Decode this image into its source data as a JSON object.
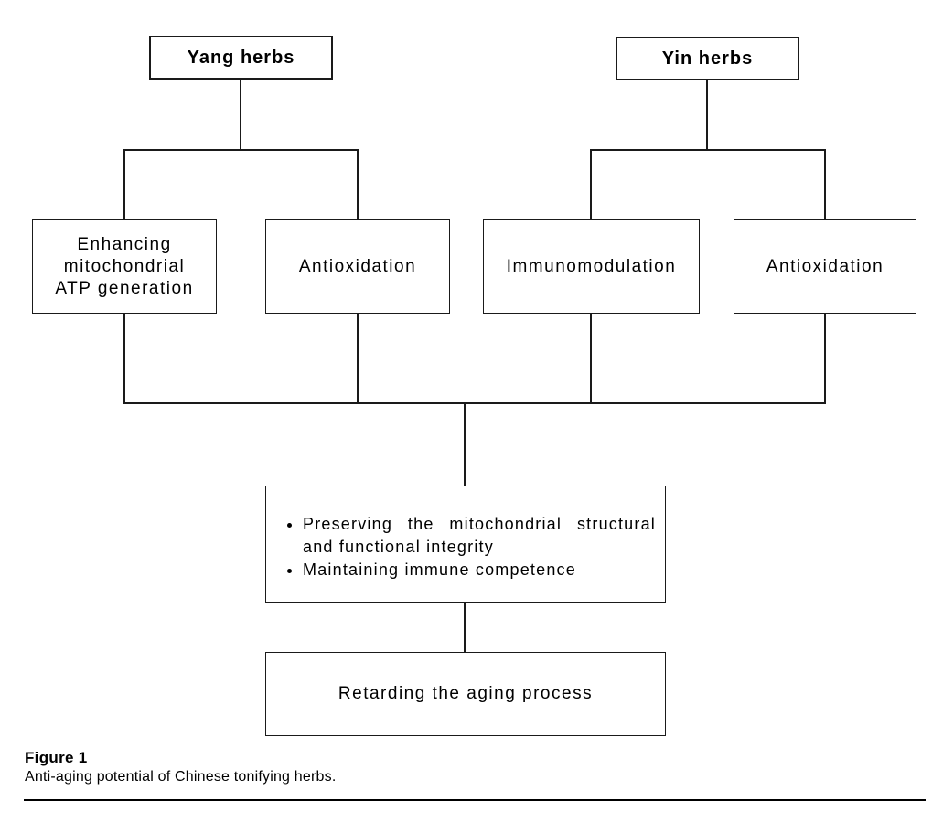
{
  "diagram": {
    "top_boxes": {
      "yang": {
        "label": "Yang herbs"
      },
      "yin": {
        "label": "Yin herbs"
      }
    },
    "mechanism_boxes": {
      "atp": {
        "lines": [
          "Enhancing",
          "mitochondrial",
          "ATP generation"
        ]
      },
      "antiox_left": {
        "label": "Antioxidation"
      },
      "immuno": {
        "label": "Immunomodulation"
      },
      "antiox_right": {
        "label": "Antioxidation"
      }
    },
    "outcome_box": {
      "bullets": {
        "first": {
          "lines": [
            "Preserving the mitochondrial structural",
            "and functional integrity"
          ]
        },
        "second": {
          "lines": [
            "Maintaining immune competence"
          ]
        }
      }
    },
    "final_box": {
      "label": "Retarding the aging process"
    }
  },
  "caption": {
    "figure_label": "Figure 1",
    "text": "Anti-aging potential of Chinese tonifying herbs."
  },
  "colors": {
    "background": "#ffffff",
    "line": "#1a1a1a",
    "text": "#000000"
  }
}
